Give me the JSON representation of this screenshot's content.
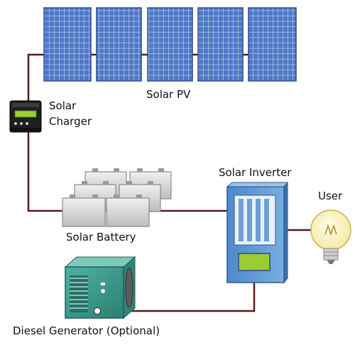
{
  "labels": {
    "solar_pv": "Solar PV",
    "solar_charger_line1": "Solar",
    "solar_charger_line2": "Charger",
    "solar_battery": "Solar Battery",
    "solar_inverter": "Solar Inverter",
    "user": "User",
    "diesel_generator": "Diesel Generator (Optional)"
  },
  "colors": {
    "wire": "#5a1a1a",
    "panel_fill": "#4f78c6",
    "panel_grid": "#c9d8f2",
    "inverter_fill": "#6ea0d8",
    "generator_fill": "#3e9a8c",
    "battery_fill": "#d9d9d9",
    "display_green": "#9acd32"
  },
  "icons": {
    "solar_panel": "solar-panel-icon",
    "charger": "charge-controller-icon",
    "battery": "battery-icon",
    "inverter": "inverter-icon",
    "bulb": "light-bulb-icon",
    "generator": "diesel-generator-icon"
  }
}
